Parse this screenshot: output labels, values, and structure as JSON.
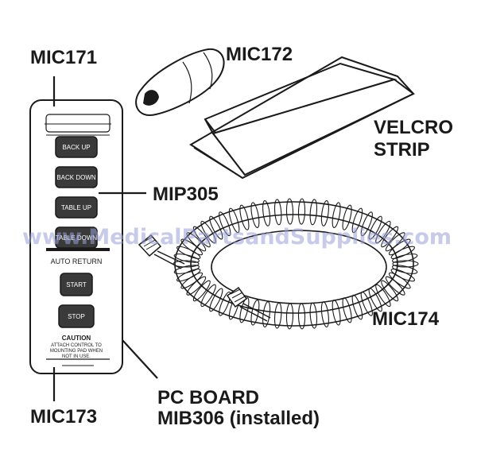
{
  "labels": {
    "remote": "MIC171",
    "tube": "MIC172",
    "velcro_line1": "VELCRO",
    "velcro_line2": "STRIP",
    "buttons_part": "MIP305",
    "cord": "MIC174",
    "end_cap": "MIC173",
    "board_line1": "PC BOARD",
    "board_line2": "MIB306 (installed)"
  },
  "remote": {
    "buttons": [
      "BACK UP",
      "BACK DOWN",
      "TABLE UP",
      "TABLE DOWN"
    ],
    "section_title": "AUTO RETURN",
    "section_buttons": [
      "START",
      "STOP"
    ],
    "caution_title": "CAUTION",
    "caution_lines": [
      "ATTACH CONTROL TO",
      "MOUNTING PAD WHEN",
      "NOT IN USE."
    ]
  },
  "watermark": "www.MedicalPartsandSupplies.com",
  "colors": {
    "line": "#1a1a1a",
    "button": "#3a3a3a",
    "watermark": "#9aa0d8"
  }
}
